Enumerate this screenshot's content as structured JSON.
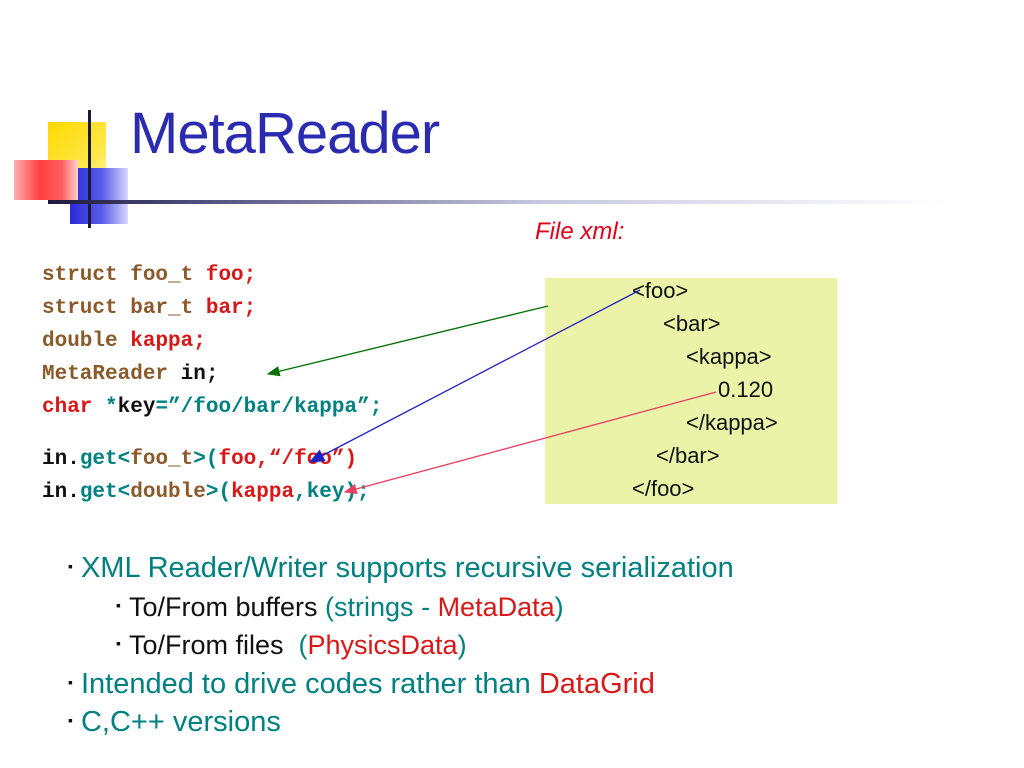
{
  "slide": {
    "title": "MetaReader",
    "file_label": "File xml:"
  },
  "code": {
    "line1": {
      "kw": "struct foo_t",
      "var": "foo;"
    },
    "line2": {
      "kw": "struct bar_t",
      "var": "bar;"
    },
    "line3": {
      "kw": "double",
      "var": "kappa;"
    },
    "line4": {
      "kw": "MetaReader",
      "var": "in;"
    },
    "line5": {
      "kw": "char",
      "star": "*",
      "key": "key",
      "eq": "=",
      "val": "”/foo/bar/kappa”;"
    },
    "line6": {
      "obj": "in.",
      "fn": "get<",
      "type": "foo_t",
      "fn2": ">(",
      "arg": "foo",
      "rest": ",“/foo”)"
    },
    "line7": {
      "obj": "in.",
      "fn": "get<",
      "type": "double",
      "fn2": ">(",
      "arg": "kappa",
      "rest": ",key);"
    }
  },
  "xml": {
    "foo_open": "<foo>",
    "bar_open": "<bar>",
    "kappa_open": "<kappa>",
    "value": "0.120",
    "kappa_close": "</kappa>",
    "bar_close": "</bar>",
    "foo_close": "</foo>"
  },
  "bullets": {
    "b1": "XML Reader/Writer supports recursive serialization",
    "b1a": {
      "text": "To/From buffers ",
      "paren_open": "(strings - ",
      "highlight": "MetaData",
      "paren_close": ")"
    },
    "b1b": {
      "text": "To/From files  ",
      "paren_open": "(",
      "highlight": "PhysicsData",
      "paren_close": ")"
    },
    "b2": {
      "text": "Intended to drive codes rather than ",
      "highlight": "DataGrid"
    },
    "b3": "C,C++ versions",
    "marker": "▪"
  },
  "colors": {
    "title": "#2b2bb0",
    "teal": "#008080",
    "red": "#d81818",
    "brown": "#8b5a2b",
    "xml_box": "#eaf3a8",
    "arrow_green": "#007000",
    "arrow_blue": "#2020c0",
    "arrow_red": "#e84060"
  }
}
